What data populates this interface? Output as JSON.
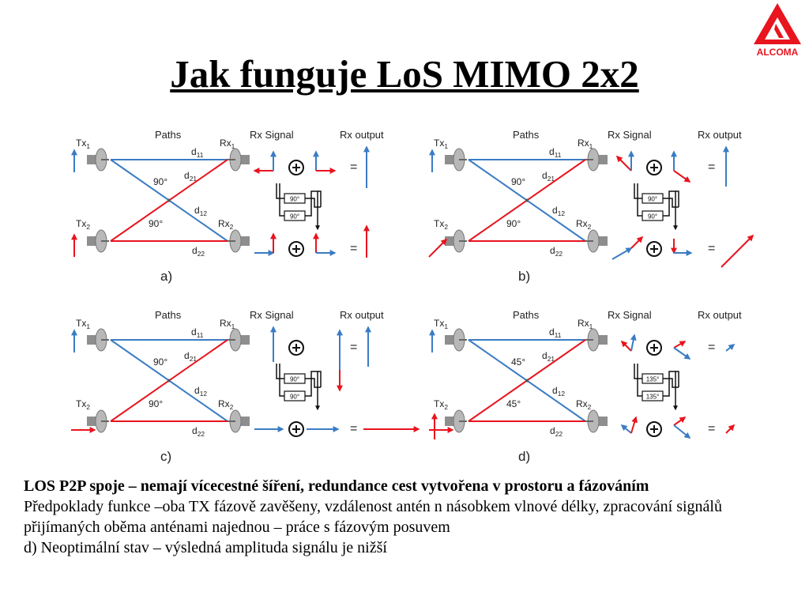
{
  "title": "Jak funguje LoS MIMO 2x2",
  "logo": {
    "text": "ALCOMA",
    "color": "#e8141e"
  },
  "colors": {
    "blue": "#3a7cc4",
    "red": "#e8141e",
    "black": "#111111",
    "antenna": "#b8b8b8"
  },
  "labels": {
    "tx1": "Tx",
    "tx1_sub": "1",
    "tx2": "Tx",
    "tx2_sub": "2",
    "rx1": "Rx",
    "rx1_sub": "1",
    "rx2": "Rx",
    "rx2_sub": "2",
    "paths": "Paths",
    "rx_signal": "Rx Signal",
    "rx_output": "Rx output",
    "d11": "d",
    "d11_sub": "11",
    "d21": "d",
    "d21_sub": "21",
    "d12": "d",
    "d12_sub": "12",
    "d22": "d",
    "d22_sub": "22",
    "equals": "=",
    "plus": "+"
  },
  "panels": [
    {
      "id": "a",
      "label": "a)",
      "angle": "90°",
      "shift": "90°"
    },
    {
      "id": "b",
      "label": "b)",
      "angle": "90°",
      "shift": "90°"
    },
    {
      "id": "c",
      "label": "c)",
      "angle": "90°",
      "shift": "90°"
    },
    {
      "id": "d",
      "label": "d)",
      "angle": "45°",
      "shift": "135°"
    }
  ],
  "caption": {
    "line1_bold": "LOS P2P spoje – nemají vícecestné šíření, redundance cest vytvořena v prostoru a fázováním",
    "line2": "Předpoklady funkce –oba TX fázově zavěšeny, vzdálenost antén n násobkem vlnové délky, zpracování signálů přijímaných oběma anténami najednou – práce s fázovým posuvem",
    "line3": "d) Neoptimální stav – výsledná amplituda signálu je nižší"
  }
}
